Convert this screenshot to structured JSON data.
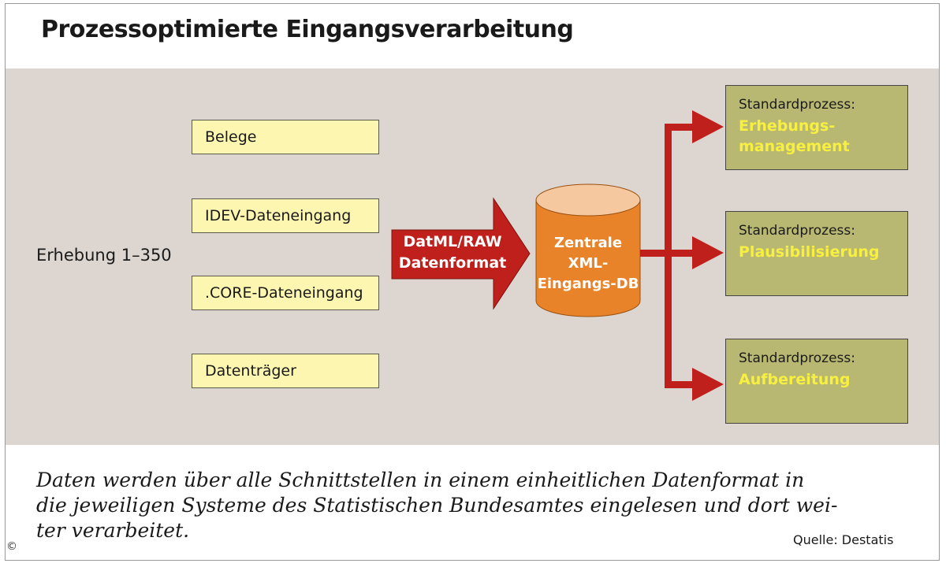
{
  "title": "Prozessoptimierte Eingangsverarbeitung",
  "survey_label": "Erhebung 1–350",
  "sources": [
    {
      "label": "Belege"
    },
    {
      "label": "IDEV-Dateneingang"
    },
    {
      "label": ".CORE-Dateneingang"
    },
    {
      "label": "Datenträger"
    }
  ],
  "conversion": {
    "line1": "DatML/RAW",
    "line2": "Datenformat"
  },
  "database": {
    "line1": "Zentrale",
    "line2": "XML-",
    "line3": "Eingangs-DB"
  },
  "processes": [
    {
      "head": "Standardprozess:",
      "line1": "Erhebungs-",
      "line2": "management"
    },
    {
      "head": "Standardprozess:",
      "line1": "Plausibilisierung",
      "line2": ""
    },
    {
      "head": "Standardprozess:",
      "line1": "Aufbereitung",
      "line2": ""
    }
  ],
  "caption": {
    "line1": "Daten werden über alle Schnittstellen in einem einheitlichen Datenformat in",
    "line2": "die jeweiligen Systeme des Statistischen Bundesamtes eingelesen und dort wei-",
    "line3": "ter verarbeitet."
  },
  "source_note": "Quelle: Destatis",
  "copyright": "©",
  "colors": {
    "panel": "#ddd6d0",
    "source_box": "#fdf6b0",
    "arrow": "#c0201c",
    "database": "#e8832a",
    "database_top": "#f6c8a0",
    "process_box": "#b8b872",
    "process_highlight": "#f8f040"
  }
}
